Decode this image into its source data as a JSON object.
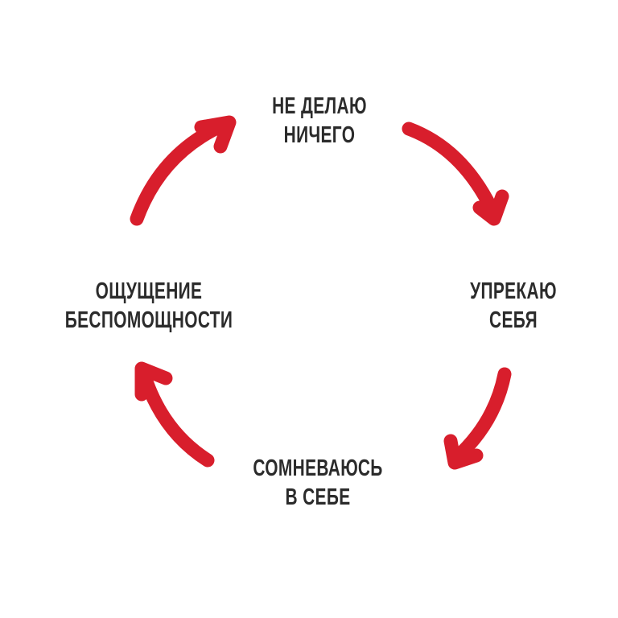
{
  "colors": {
    "arrow": "#d81e2c",
    "text": "#2b2b2b",
    "background": "#ffffff"
  },
  "nodes": [
    {
      "id": "top",
      "lines": [
        "НЕ ДЕЛАЮ",
        "НИЧЕГО"
      ]
    },
    {
      "id": "right",
      "lines": [
        "УПРЕКАЮ",
        "СЕБЯ"
      ]
    },
    {
      "id": "bottom",
      "lines": [
        "СОМНЕВАЮСЬ",
        "В СЕБЕ"
      ]
    },
    {
      "id": "left",
      "lines": [
        "ОЩУЩЕНИЕ",
        "БЕСПОМОЩНОСТИ"
      ]
    }
  ]
}
